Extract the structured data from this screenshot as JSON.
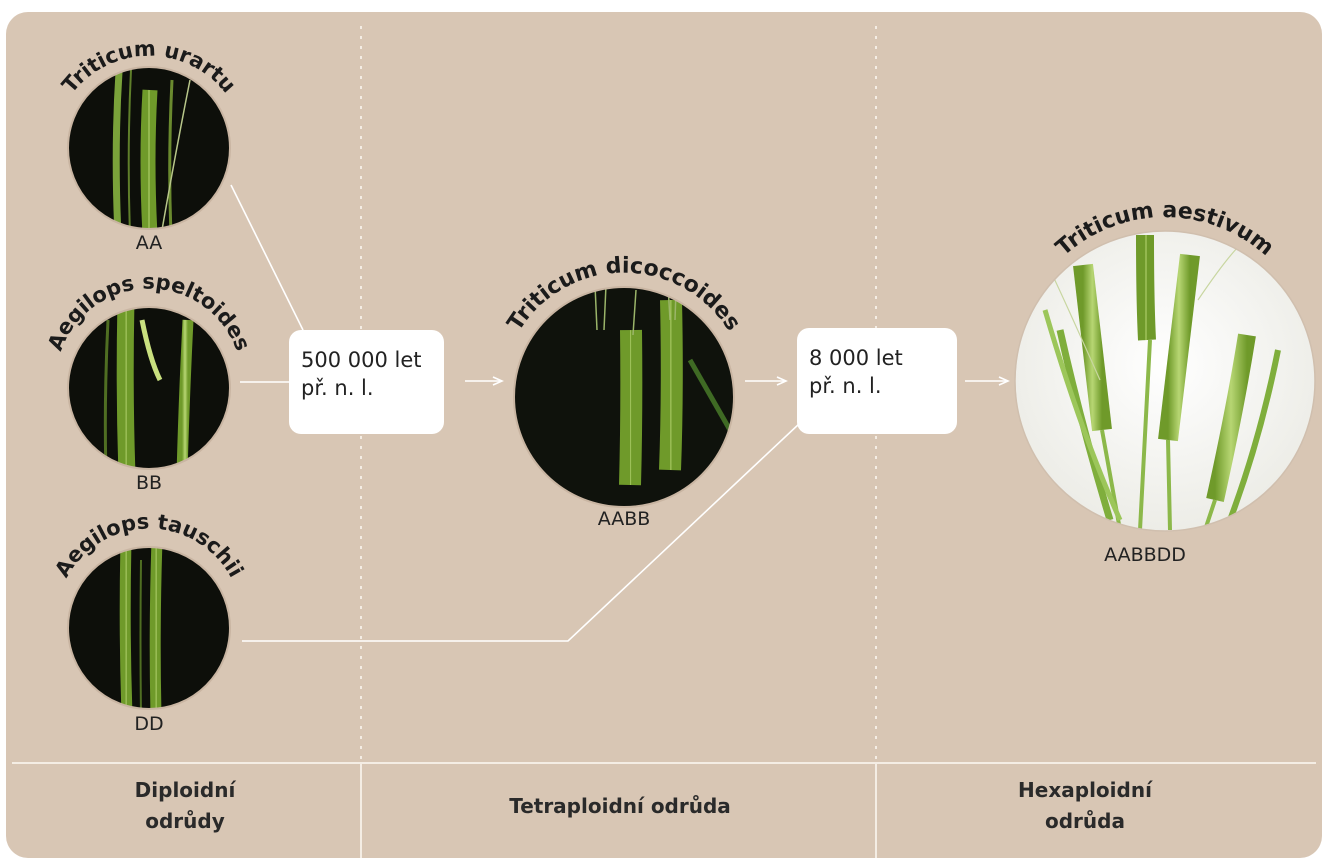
{
  "species": [
    {
      "id": "urartu",
      "name": "Triticum urartu",
      "genome": "AA"
    },
    {
      "id": "speltoides",
      "name": "Aegilops speltoides",
      "genome": "BB"
    },
    {
      "id": "tauschii",
      "name": "Aegilops tauschii",
      "genome": "DD"
    },
    {
      "id": "dicoccoides",
      "name": "Triticum dicoccoides",
      "genome": "AABB"
    },
    {
      "id": "aestivum",
      "name": "Triticum aestivum",
      "genome": "AABBDD"
    }
  ],
  "events": [
    {
      "line1": "500 000 let",
      "line2": "př. n. l."
    },
    {
      "line1": "8 000 let",
      "line2": "př. n. l."
    }
  ],
  "columns": [
    {
      "line1": "Diploidní",
      "line2": "odrůdy"
    },
    {
      "line1": "Tetraploidní odrůda",
      "line2": ""
    },
    {
      "line1": "Hexaploidní",
      "line2": "odrůda"
    }
  ],
  "colors": {
    "panel": "#d8c6b4",
    "connector": "#ffffff",
    "dark_photo": "#0d0f0a",
    "wheat_green": "#9fc25a",
    "light_photo": "#f4f4ef"
  }
}
